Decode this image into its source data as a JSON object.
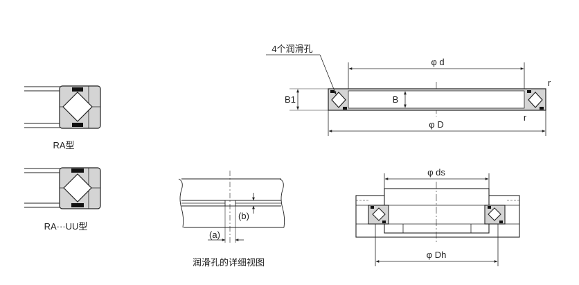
{
  "labels": {
    "ra_caption": "RA型",
    "rauu_caption": "RA···UU型",
    "lub_detail_caption": "润滑孔的详细视图",
    "lub_holes_callout": "4个润滑孔",
    "phi_d": "φ d",
    "phi_D": "φ D",
    "phi_ds": "φ ds",
    "phi_Dh": "φ Dh",
    "B": "B",
    "B1": "B1",
    "r_top": "r",
    "r_bottom": "r",
    "a": "(a)",
    "b": "(b)"
  },
  "colors": {
    "ring_fill": "#d4d4d4",
    "line": "#222222",
    "roller_fill": "#ffffff",
    "seal": "#111111"
  }
}
